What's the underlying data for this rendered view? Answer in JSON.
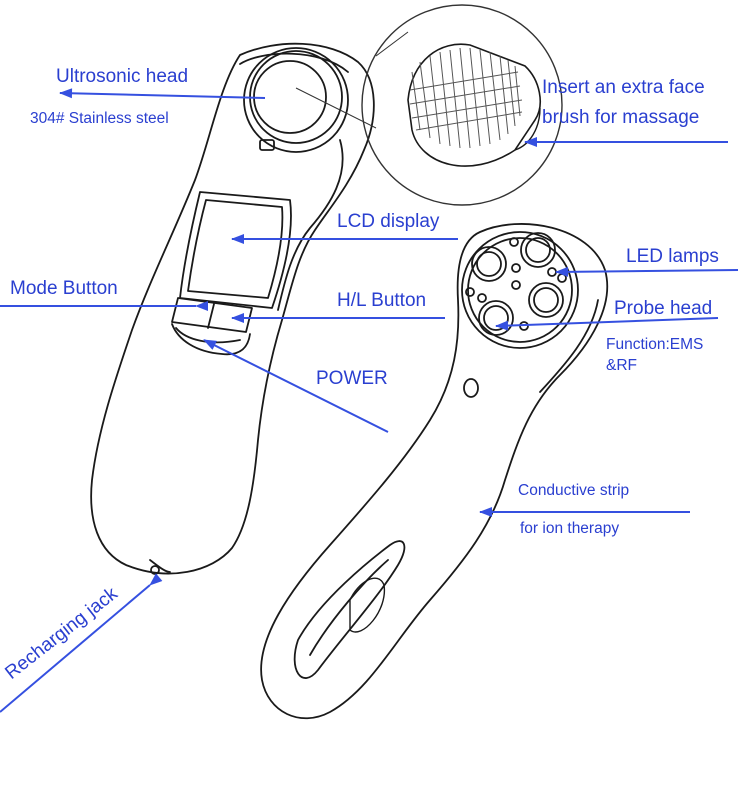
{
  "labels": {
    "ultrasonic_head": "Ultrosonic head",
    "stainless_steel": "304# Stainless steel",
    "extra_brush_line1": "Insert an extra face",
    "extra_brush_line2": "brush for massage",
    "lcd_display": "LCD display",
    "led_lamps": "LED lamps",
    "mode_button": "Mode Button",
    "hl_button": "H/L Button",
    "probe_head": "Probe head",
    "function_line1": "Function:EMS",
    "function_line2": "&RF",
    "power": "POWER",
    "conductive_strip": "Conductive strip",
    "ion_therapy": "for ion therapy",
    "recharging_jack": "Recharging jack"
  },
  "colors": {
    "label": "#2a3fd0",
    "arrow": "#3550e0",
    "outline": "#1a1a1a"
  }
}
